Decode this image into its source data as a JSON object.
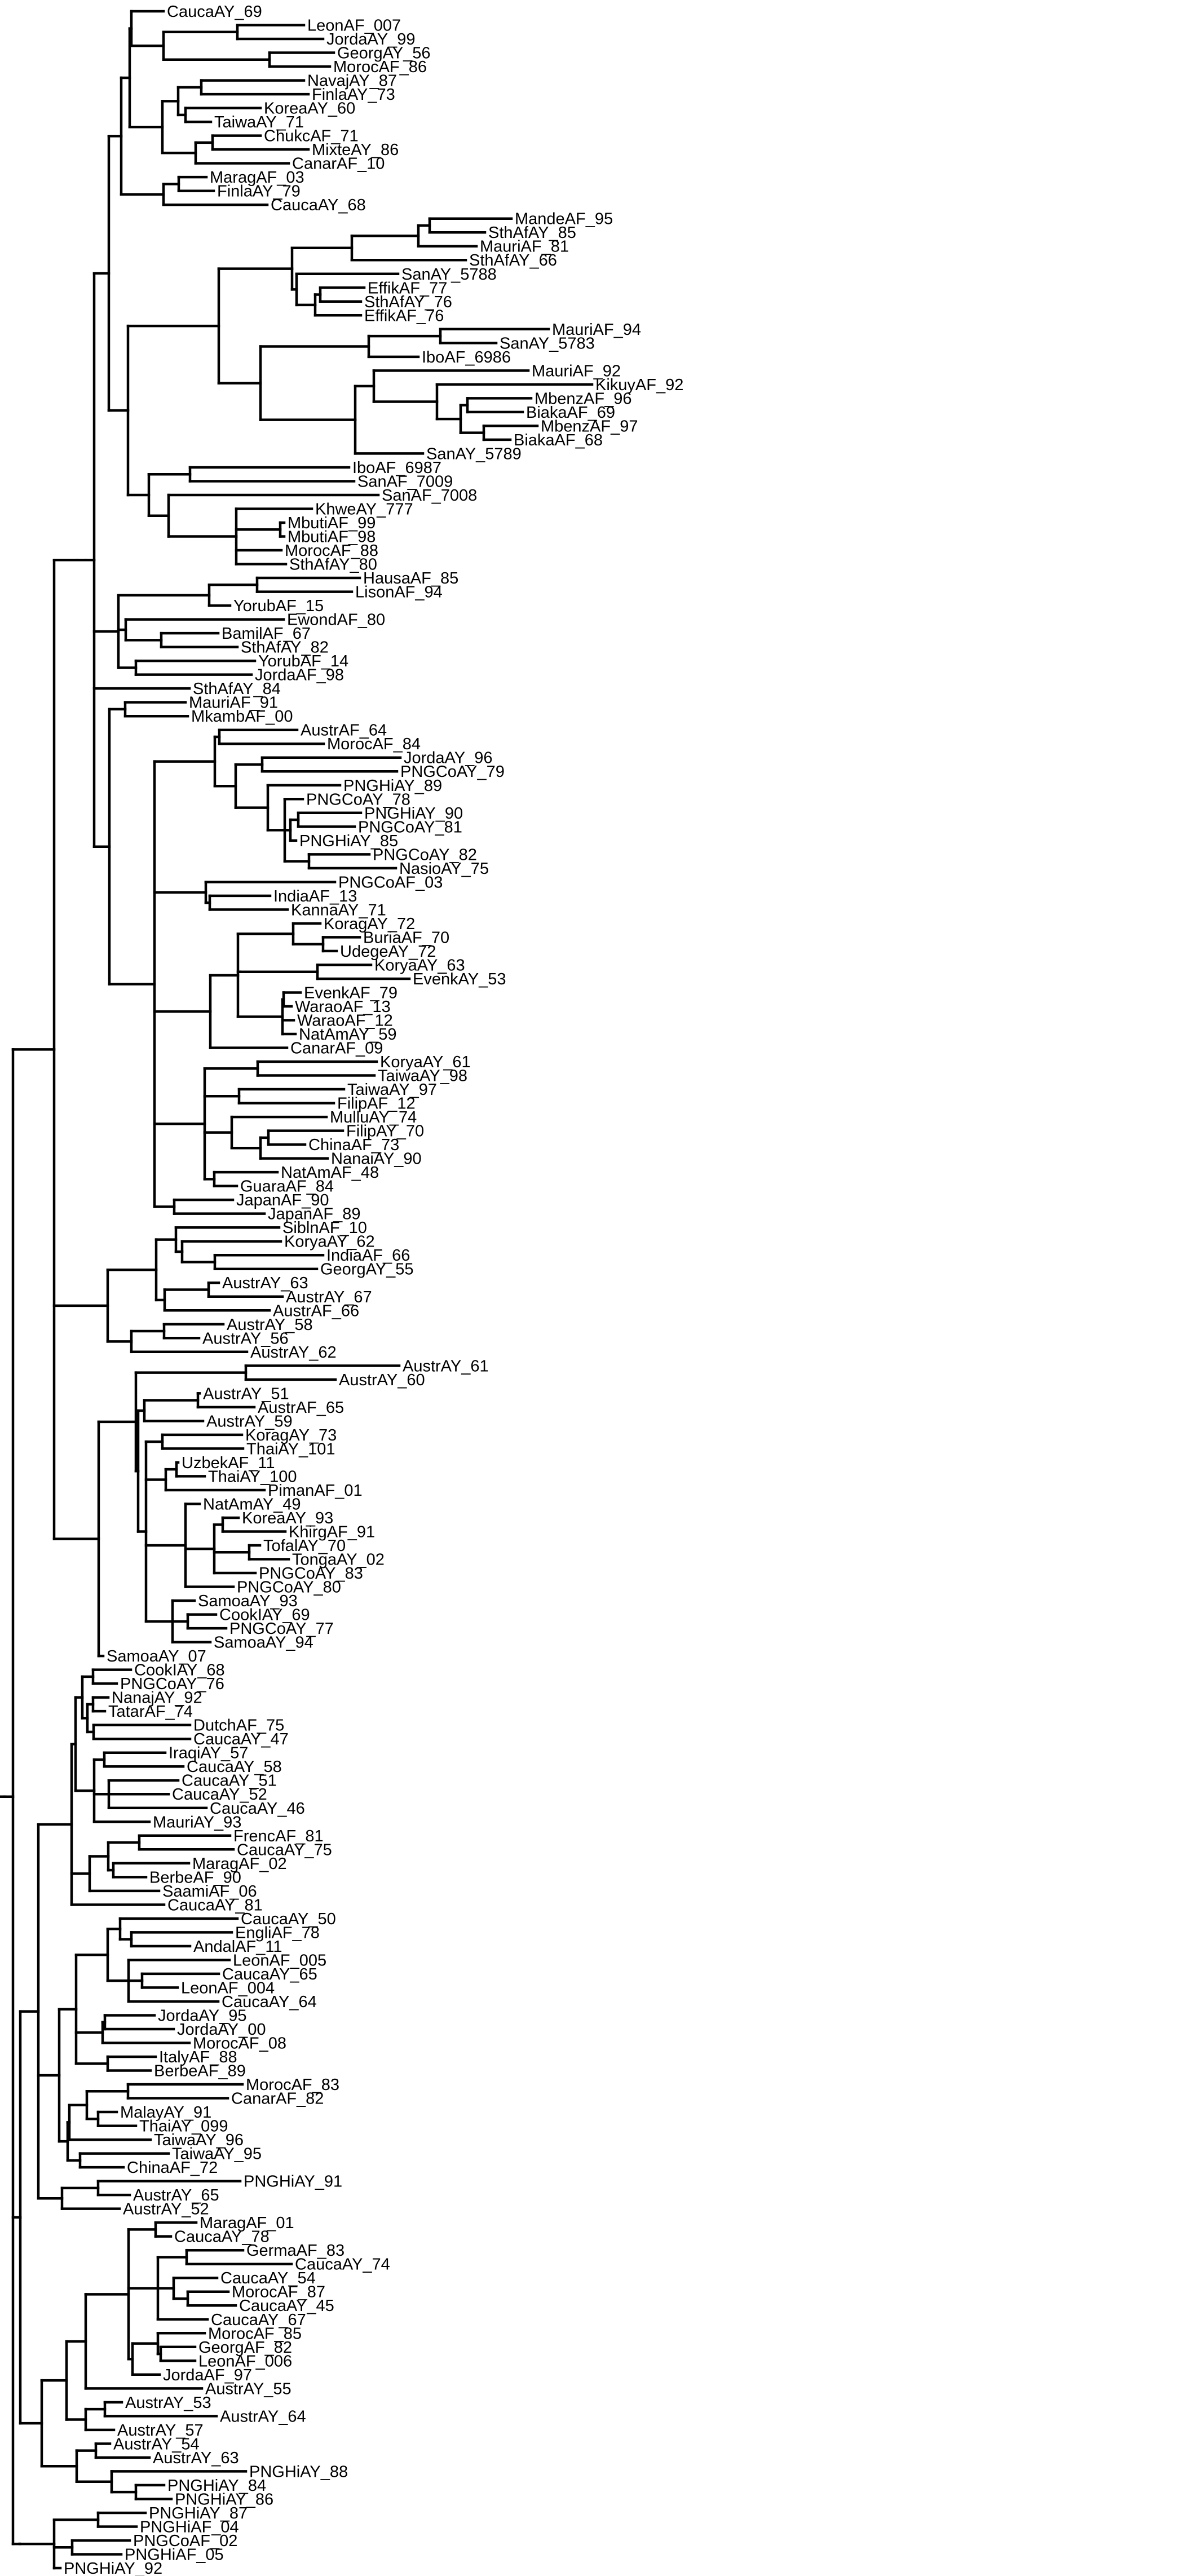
{
  "tree": {
    "line_color": "#000000",
    "label_color": "#000000",
    "tips": [
      "CaucaAY_69",
      "LeonAF_007",
      "JordaAY_99",
      "GeorgAY_56",
      "MorocAF_86",
      "NavajAY_87",
      "FinlaAY_73",
      "KoreaAY_60",
      "TaiwaAY_71",
      "ChukcAF_71",
      "MixteAY_86",
      "CanarAF_10",
      "MaragAF_03",
      "FinlaAY_79",
      "CaucaAY_68",
      "MandeAF_95",
      "SthAfAY_85",
      "MauriAF_81",
      "SthAfAY_66",
      "SanAY_5788",
      "EffikAF_77",
      "SthAfAY_76",
      "EffikAF_76",
      "MauriAF_94",
      "SanAY_5783",
      "IboAF_6986",
      "MauriAF_92",
      "KikuyAF_92",
      "MbenzAF_96",
      "BiakaAF_69",
      "MbenzAF_97",
      "BiakaAF_68",
      "SanAY_5789",
      "IboAF_6987",
      "SanAF_7009",
      "SanAF_7008",
      "KhweAY_777",
      "MbutiAF_99",
      "MbutiAF_98",
      "MorocAF_88",
      "SthAfAY_80",
      "HausaAF_85",
      "LisonAF_94",
      "YorubAF_15",
      "EwondAF_80",
      "BamilAF_67",
      "SthAfAY_82",
      "YorubAF_14",
      "JordaAF_98",
      "SthAfAY_84",
      "MauriAF_91",
      "MkambAF_00",
      "AustrAF_64",
      "MorocAF_84",
      "JordaAY_96",
      "PNGCoAY_79",
      "PNGHiAY_89",
      "PNGCoAY_78",
      "PNGHiAY_90",
      "PNGCoAY_81",
      "PNGHiAY_85",
      "PNGCoAY_82",
      "NasioAY_75",
      "PNGCoAF_03",
      "IndiaAF_13",
      "KannaAY_71",
      "KoragAY_72",
      "BuriaAF_70",
      "UdegeAY_72",
      "KoryaAY_63",
      "EvenkAY_53",
      "EvenkAF_79",
      "WaraoAF_13",
      "WaraoAF_12",
      "NatAmAY_59",
      "CanarAF_09",
      "KoryaAY_61",
      "TaiwaAY_98",
      "TaiwaAY_97",
      "FilipAF_12",
      "MulluAY_74",
      "FilipAY_70",
      "ChinaAF_73",
      "NanaiAY_90",
      "NatAmAF_48",
      "GuaraAF_84",
      "JapanAF_90",
      "JapanAF_89",
      "SiblnAF_10",
      "KoryaAY_62",
      "IndiaAF_66",
      "GeorgAY_55",
      "AustrAY_63",
      "AustrAY_67",
      "AustrAF_66",
      "AustrAY_58",
      "AustrAY_56",
      "AustrAY_62",
      "AustrAY_61",
      "AustrAY_60",
      "AustrAY_51",
      "AustrAF_65",
      "AustrAY_59",
      "KoragAY_73",
      "ThaiAY_101",
      "UzbekAF_11",
      "ThaiAY_100",
      "PimanAF_01",
      "NatAmAY_49",
      "KoreaAY_93",
      "KhirgAF_91",
      "TofalAY_70",
      "TongaAY_02",
      "PNGCoAY_83",
      "PNGCoAY_80",
      "SamoaAY_93",
      "CookIAY_69",
      "PNGCoAY_77",
      "SamoaAY_94",
      "SamoaAY_07",
      "CookIAY_68",
      "PNGCoAY_76",
      "NanajAY_92",
      "TatarAF_74",
      "DutchAF_75",
      "CaucaAY_47",
      "IraqiAY_57",
      "CaucaAY_58",
      "CaucaAY_51",
      "CaucaAY_52",
      "CaucaAY_46",
      "MauriAY_93",
      "FrencAF_81",
      "CaucaAY_75",
      "MaragAF_02",
      "BerbeAF_90",
      "SaamiAF_06",
      "CaucaAY_81",
      "CaucaAY_50",
      "EngliAF_78",
      "AndalAF_11",
      "LeonAF_005",
      "CaucaAY_65",
      "LeonAF_004",
      "CaucaAY_64",
      "JordaAY_95",
      "JordaAY_00",
      "MorocAF_08",
      "ItalyAF_88",
      "BerbeAF_89",
      "MorocAF_83",
      "CanarAF_82",
      "MalayAY_91",
      "ThaiAY_099",
      "TaiwaAY_96",
      "TaiwaAY_95",
      "ChinaAF_72",
      "PNGHiAY_91",
      "AustrAY_65",
      "AustrAY_52",
      "MaragAF_01",
      "CaucaAY_78",
      "GermaAF_83",
      "CaucaAY_74",
      "CaucaAY_54",
      "MorocAF_87",
      "CaucaAY_45",
      "CaucaAY_67",
      "MorocAF_85",
      "GeorgAF_82",
      "LeonAF_006",
      "JordaAF_97",
      "AustrAY_55",
      "AustrAY_53",
      "AustrAY_64",
      "AustrAY_57",
      "AustrAY_54",
      "AustrAY_63",
      "PNGHiAY_88",
      "PNGHiAY_84",
      "PNGHiAY_86",
      "PNGHiAY_87",
      "PNGHiAF_04",
      "PNGCoAF_02",
      "PNGHiAF_05",
      "PNGHiAY_92"
    ]
  }
}
